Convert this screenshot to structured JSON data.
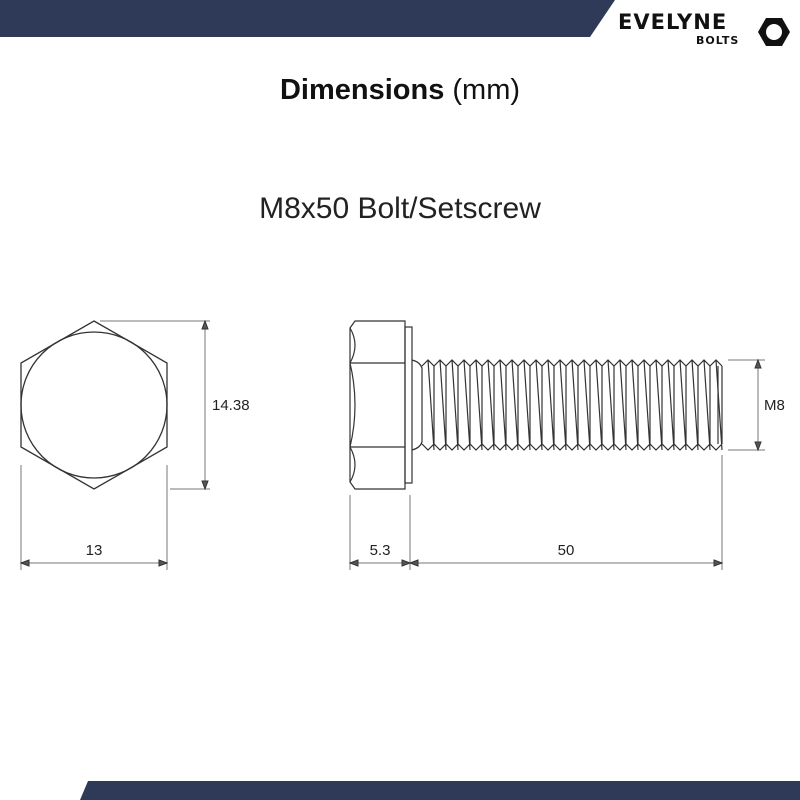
{
  "brand": {
    "name": "EVELYNE",
    "sub": "BOLTS",
    "color": "#2e3a58"
  },
  "header": {
    "title_bold": "Dimensions",
    "title_unit": "(mm)"
  },
  "product": {
    "name": "M8x50 Bolt/Setscrew"
  },
  "dimensions": {
    "across_corners": "14.38",
    "across_flats": "13",
    "head_height": "5.3",
    "length": "50",
    "thread": "M8"
  }
}
